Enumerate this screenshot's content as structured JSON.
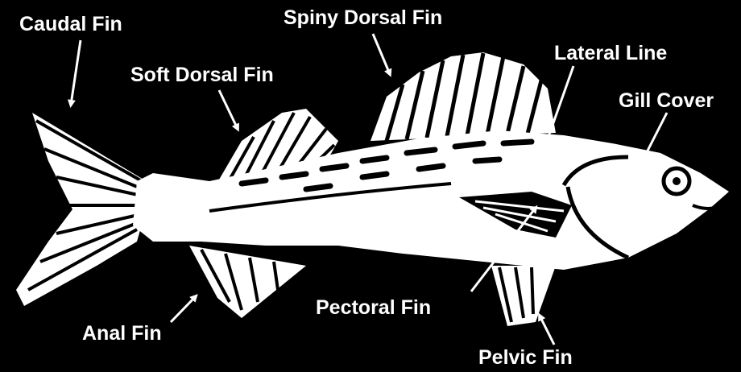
{
  "labels": {
    "caudal_fin": "Caudal Fin",
    "spiny_dorsal_fin": "Spiny Dorsal Fin",
    "soft_dorsal_fin": "Soft Dorsal Fin",
    "lateral_line": "Lateral Line",
    "gill_cover": "Gill Cover",
    "pectoral_fin": "Pectoral Fin",
    "anal_fin": "Anal Fin",
    "pelvic_fin": "Pelvic Fin"
  },
  "colors": {
    "background": "#000000",
    "ink": "#ffffff"
  }
}
